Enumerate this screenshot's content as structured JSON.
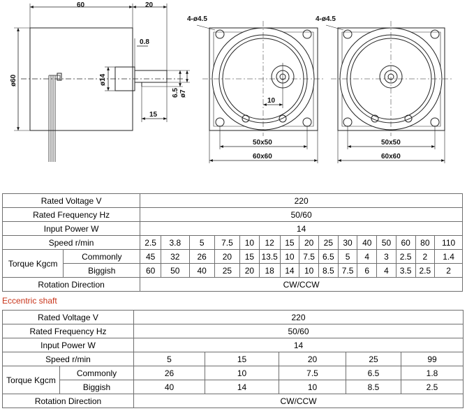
{
  "drawing": {
    "dim_60_top": "60",
    "dim_20_top": "20",
    "dim_08": "0.8",
    "dim_phi60": "ø60",
    "dim_phi14": "ø14",
    "dim_65": "6.5",
    "dim_phi7": "ø7",
    "dim_15": "15",
    "front1_holes": "4-ø4.5",
    "front1_10": "10",
    "front1_50": "50x50",
    "front1_60": "60x60",
    "front2_holes": "4-ø4.5",
    "front2_50": "50x50",
    "front2_60": "60x60"
  },
  "table1": {
    "rated_voltage_label": "Rated Voltage V",
    "rated_voltage_value": "220",
    "rated_freq_label": "Rated Frequency Hz",
    "rated_freq_value": "50/60",
    "input_power_label": "Input Power W",
    "input_power_value": "14",
    "speed_label": "Speed r/min",
    "torque_label": "Torque Kgcm",
    "commonly_label": "Commonly",
    "biggish_label": "Biggish",
    "rotation_label": "Rotation Direction",
    "rotation_value": "CW/CCW",
    "speeds": [
      "2.5",
      "3.8",
      "5",
      "7.5",
      "10",
      "12",
      "15",
      "20",
      "25",
      "30",
      "40",
      "50",
      "60",
      "80",
      "110"
    ],
    "commonly": [
      "45",
      "32",
      "26",
      "20",
      "15",
      "13.5",
      "10",
      "7.5",
      "6.5",
      "5",
      "4",
      "3",
      "2.5",
      "2",
      "1.4"
    ],
    "biggish": [
      "60",
      "50",
      "40",
      "25",
      "20",
      "18",
      "14",
      "10",
      "8.5",
      "7.5",
      "6",
      "4",
      "3.5",
      "2.5",
      "2"
    ]
  },
  "eccentric_title": "Eccentric shaft",
  "table2": {
    "rated_voltage_label": "Rated Voltage V",
    "rated_voltage_value": "220",
    "rated_freq_label": "Rated Frequency Hz",
    "rated_freq_value": "50/60",
    "input_power_label": "Input Power W",
    "input_power_value": "14",
    "speed_label": "Speed r/min",
    "torque_label": "Torque Kgcm",
    "commonly_label": "Commonly",
    "biggish_label": "Biggish",
    "rotation_label": "Rotation Direction",
    "rotation_value": "CW/CCW",
    "speeds": [
      "5",
      "15",
      "20",
      "25",
      "99"
    ],
    "commonly": [
      "26",
      "10",
      "7.5",
      "6.5",
      "1.8"
    ],
    "biggish": [
      "40",
      "14",
      "10",
      "8.5",
      "2.5"
    ]
  }
}
